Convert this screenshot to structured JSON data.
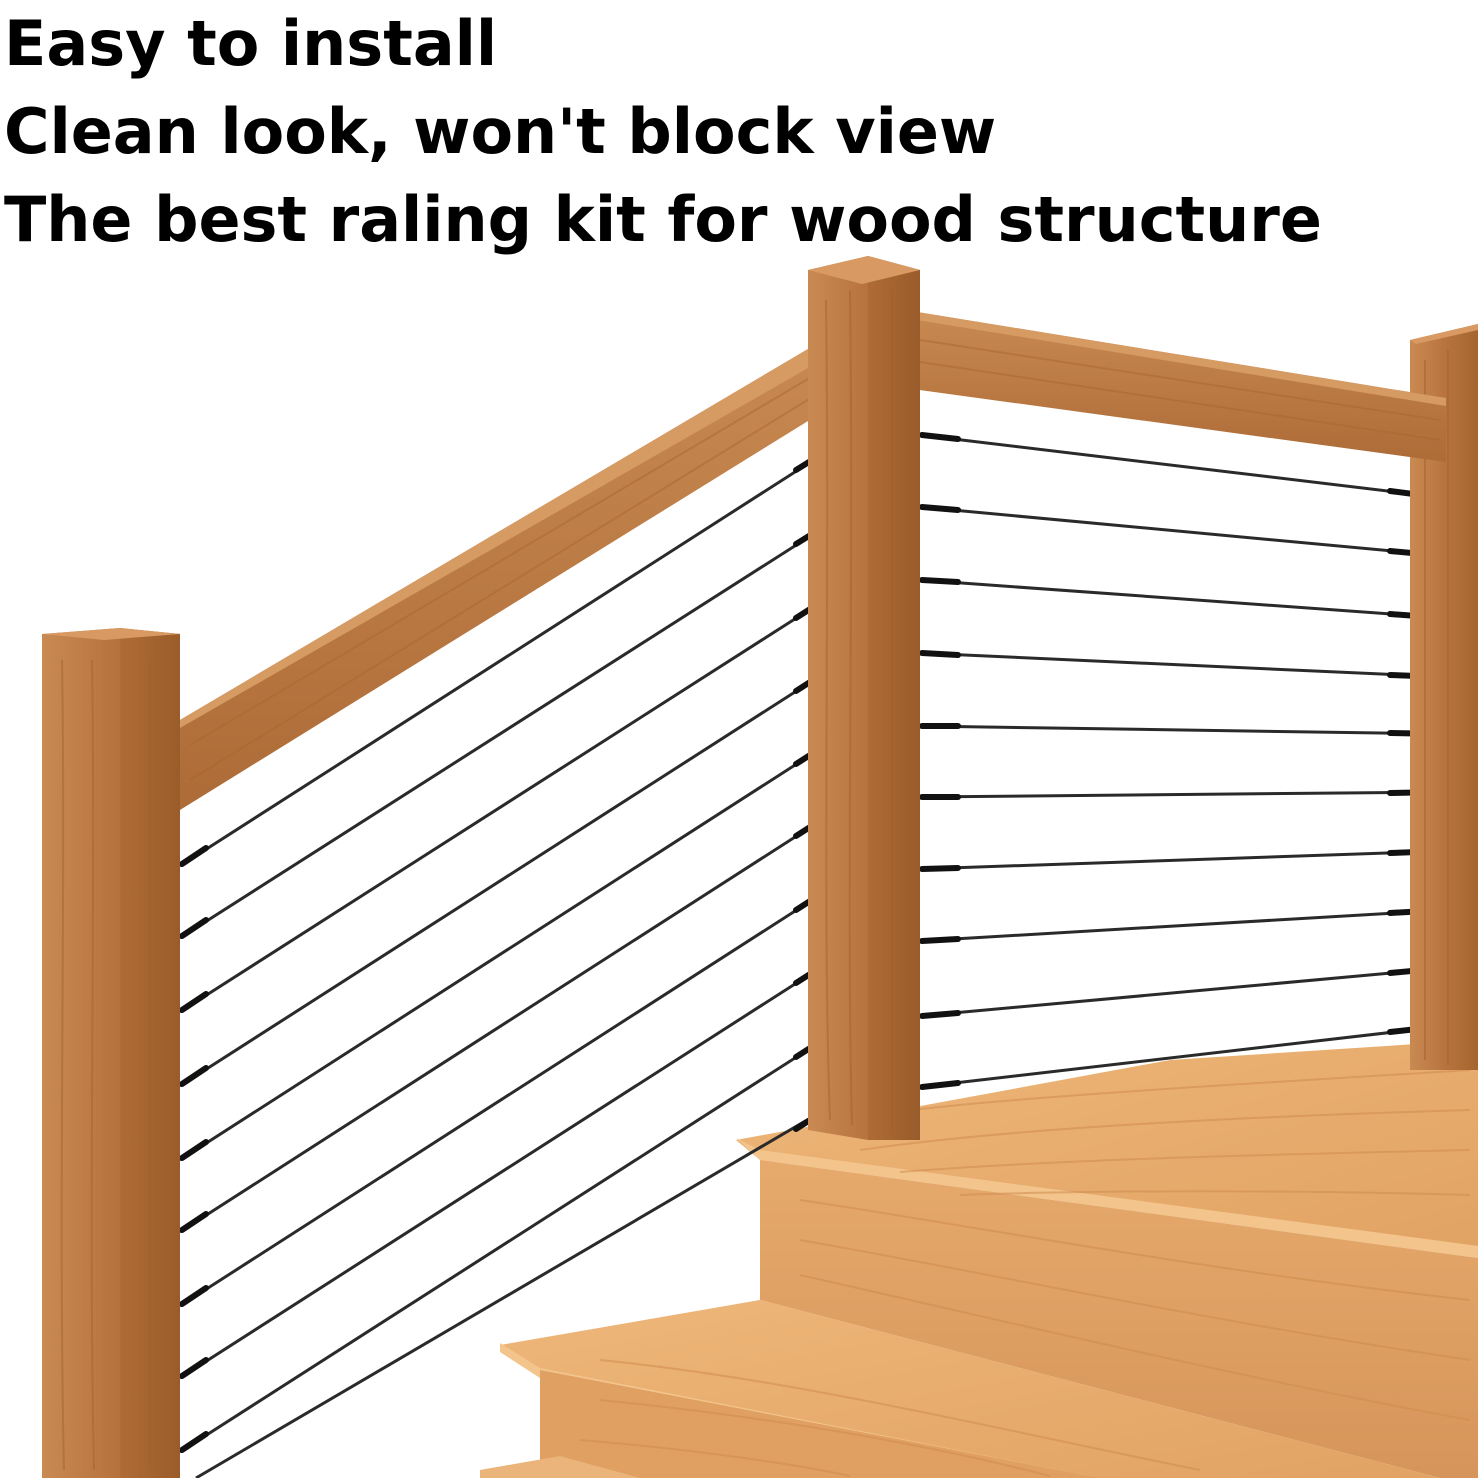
{
  "headline": {
    "lines": [
      "Easy to install",
      "Clean look, won't block view",
      "The best raling kit for wood structure"
    ]
  },
  "illustration": {
    "subject": "cable railing on wooden stair and deck posts",
    "colors": {
      "post_wood": "#b8743f",
      "post_wood_dark": "#9a5d2e",
      "post_wood_light": "#c98a52",
      "handrail_wood": "#bd7a45",
      "deck_wood": "#e3a868",
      "deck_wood_light": "#eeb77a",
      "deck_wood_dark": "#cf8f52",
      "cable": "#2a2a2a",
      "fitting": "#111111",
      "background": "#ffffff"
    }
  }
}
